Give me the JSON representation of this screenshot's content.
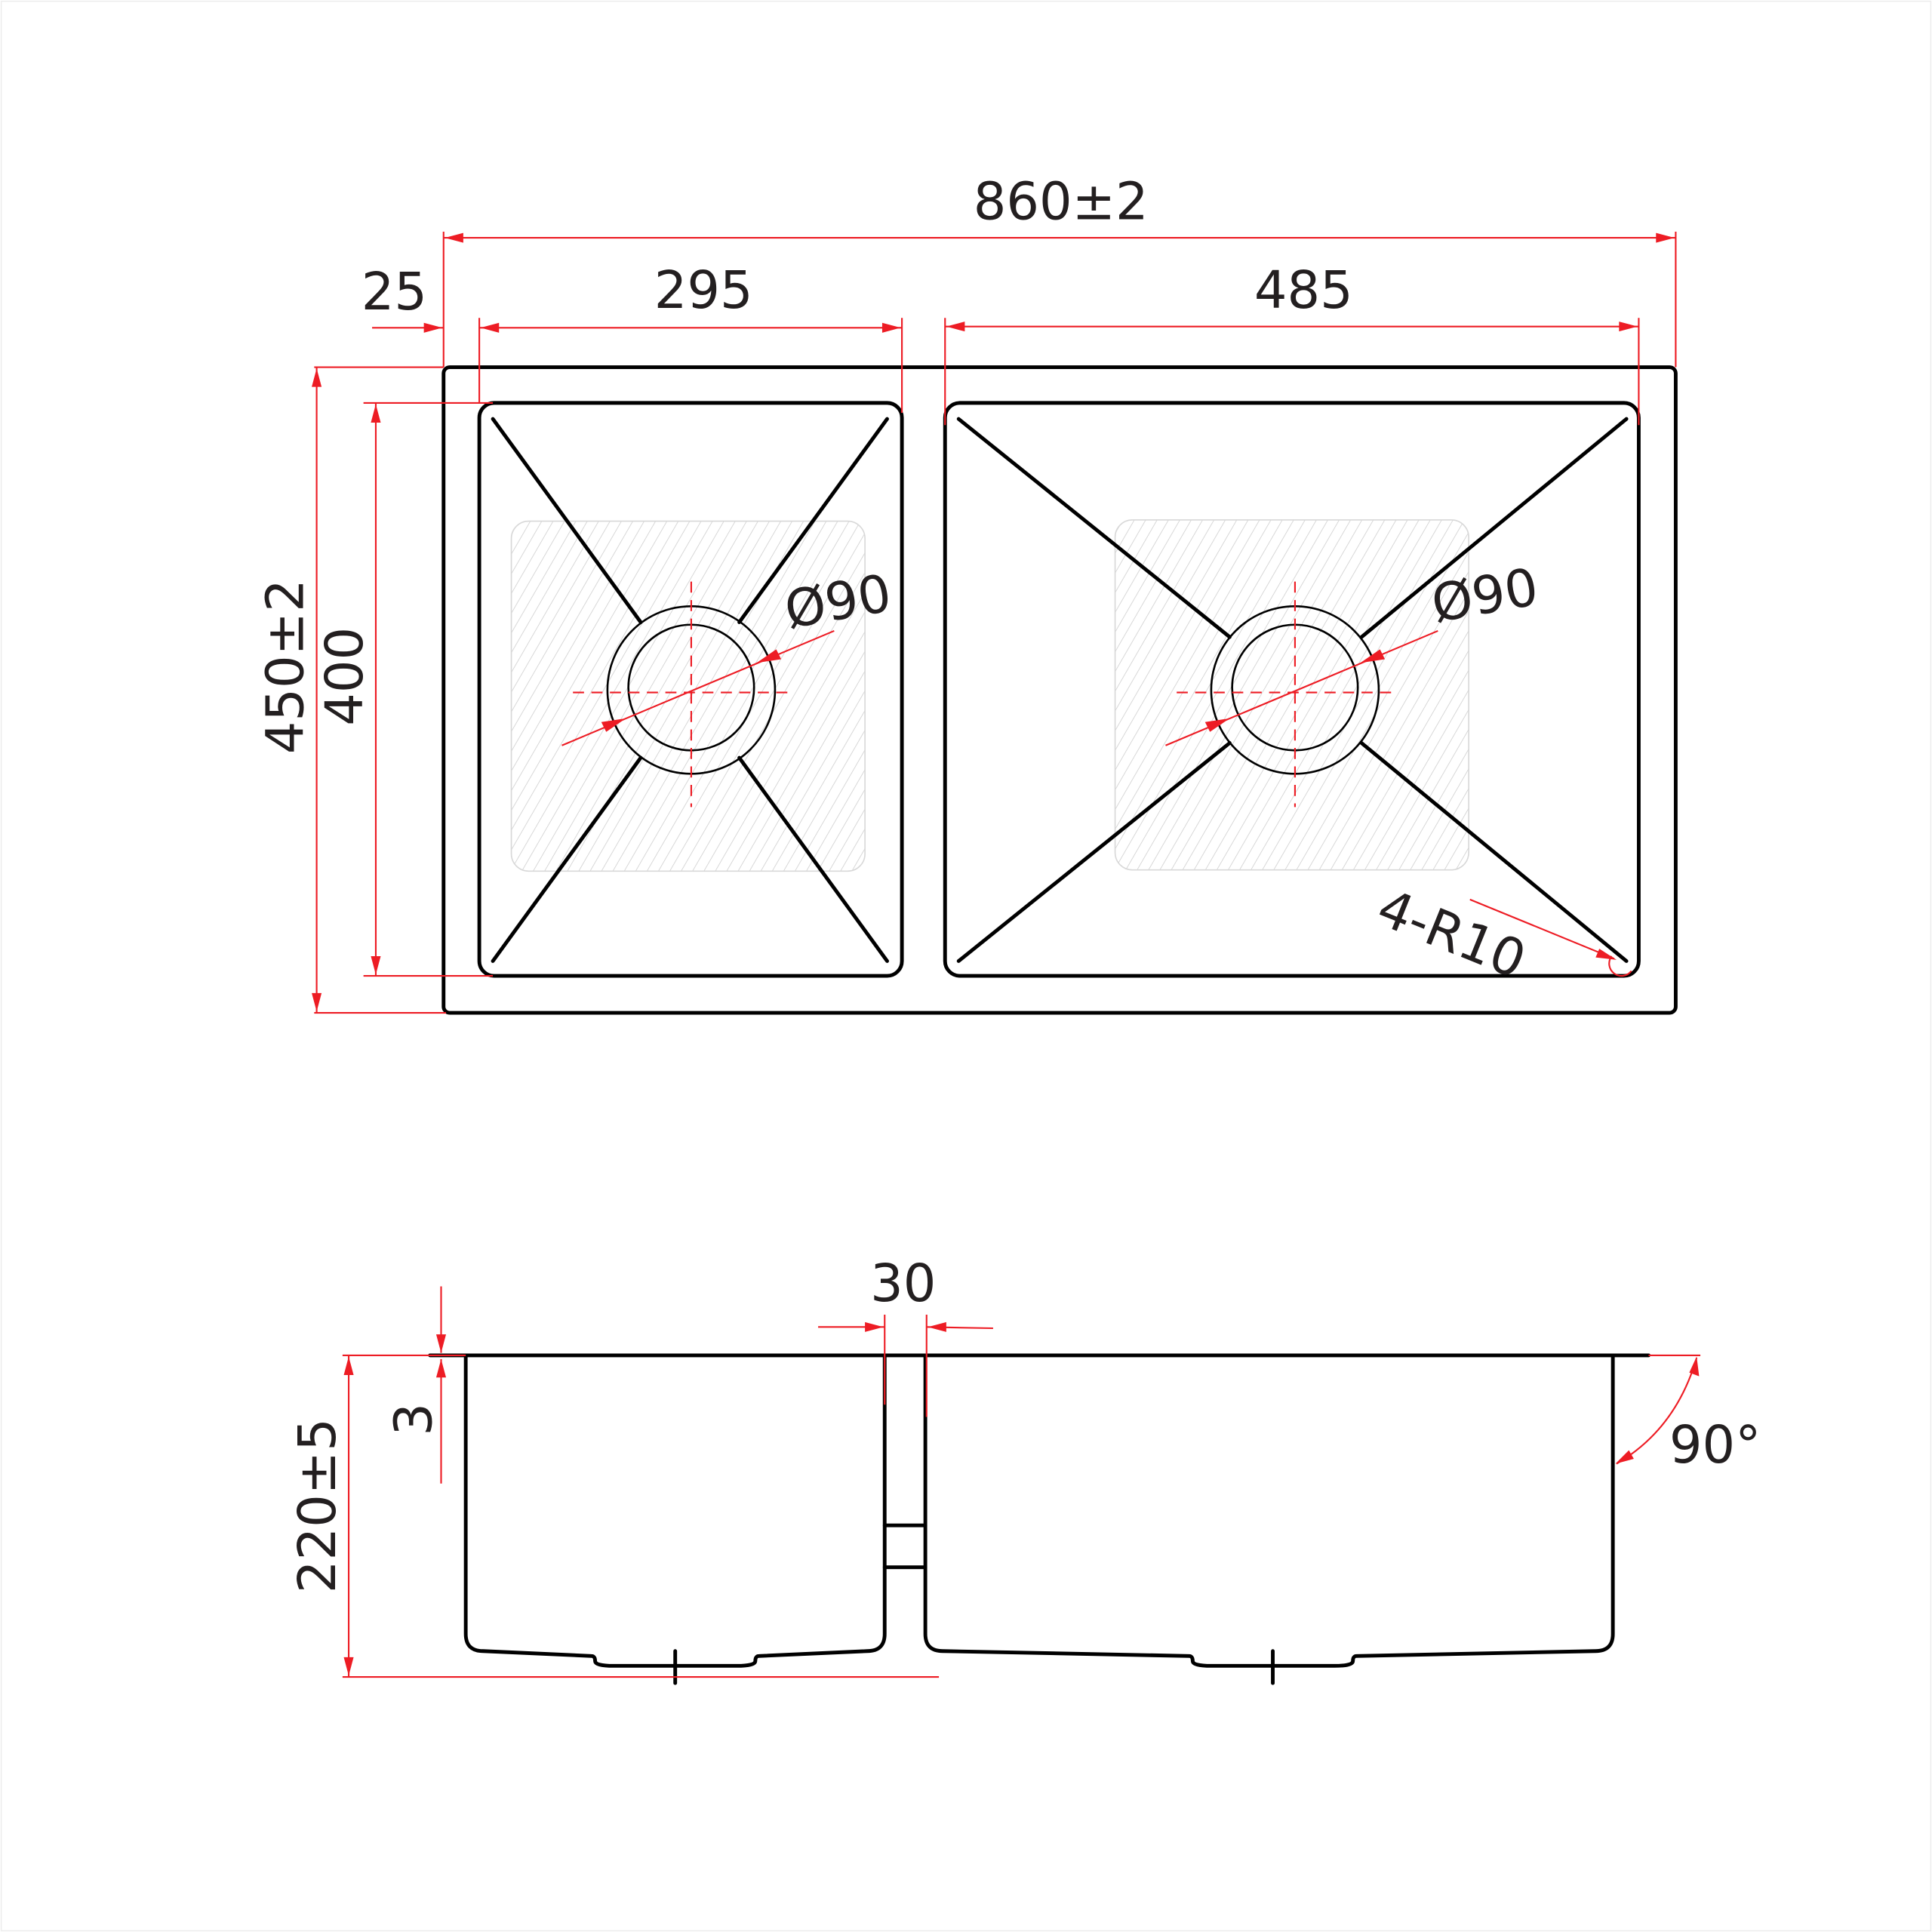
{
  "plan_view": {
    "overall_width": "860±2",
    "flange_offset": "25",
    "left_bowl_width": "295",
    "right_bowl_width": "485",
    "overall_depth": "450±2",
    "bowl_depth": "400",
    "left_drain_diameter": "Ø90",
    "right_drain_diameter": "Ø90",
    "corner_radius": "4-R10"
  },
  "side_view": {
    "divider_width": "30",
    "rim_thickness": "3",
    "bowl_height": "220±5",
    "wall_angle": "90°"
  },
  "colors": {
    "line": "#000000",
    "dimension": "#ed1c24",
    "text": "#231f20",
    "mat_hatch": "#cfcfcf"
  }
}
